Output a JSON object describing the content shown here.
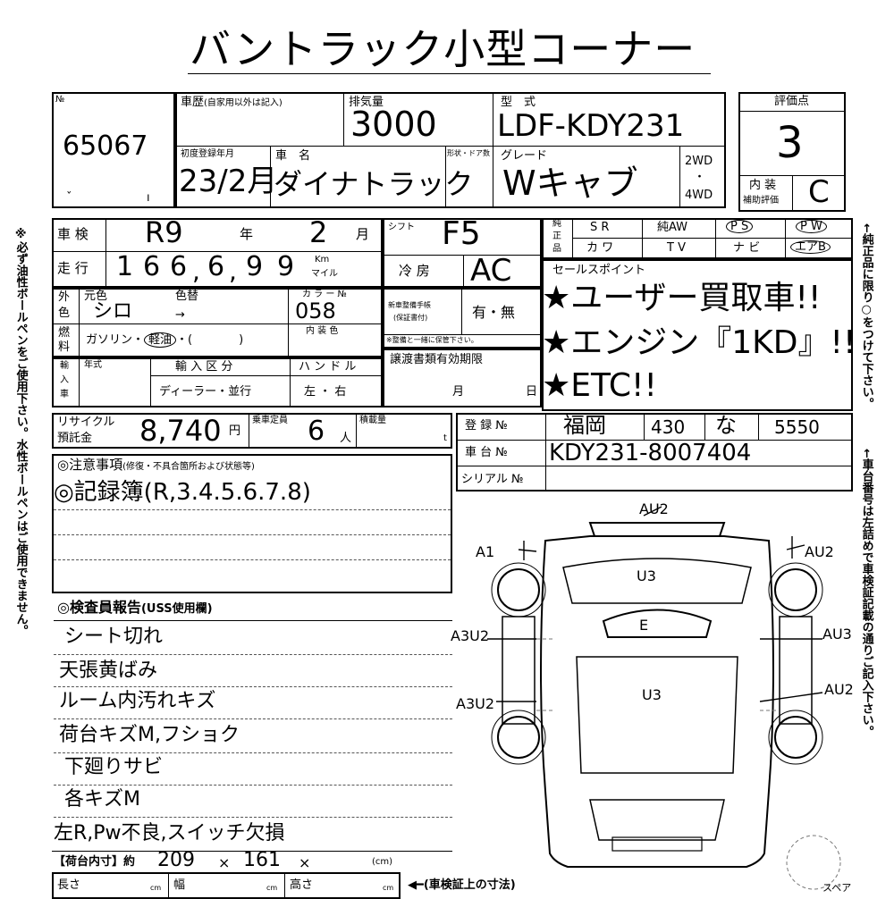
{
  "title": "バントラック小型コーナー",
  "lot": {
    "no_label": "№",
    "number": "65067",
    "mark1": "ˇ",
    "mark2": "ı"
  },
  "header": {
    "history_label": "車歴",
    "history_note": "(自家用以外は記入)",
    "displacement_label": "排気量",
    "displacement": "3000",
    "model_label": "型　式",
    "model": "LDF-KDY231",
    "first_reg_label": "初度登録年月",
    "first_reg": "23/2月",
    "name_label": "車　名",
    "name": "ダイナトラック",
    "shape_label": "形状・ドア数",
    "grade_label": "グレード",
    "grade": "Wキャブ",
    "drive_2wd": "2WD",
    "drive_dot": "・",
    "drive_4wd": "4WD"
  },
  "score": {
    "label": "評価点",
    "value": "3",
    "interior_label": "内 装",
    "interior_sub": "補助評価",
    "interior_value": "C"
  },
  "inspection": {
    "label": "車 検",
    "era": "R9",
    "year_label": "年",
    "month": "2",
    "month_label": "月",
    "mileage_label": "走 行",
    "mileage_digits": [
      "1",
      "6",
      "6",
      "6",
      "9",
      "9"
    ],
    "mileage_commas": [
      ",",
      ","
    ],
    "km_label": "Km",
    "mile_label": "マイル"
  },
  "shift": {
    "label": "シフト",
    "value": "F5"
  },
  "ac": {
    "label": "冷 房",
    "value": "AC"
  },
  "color": {
    "section_l1": "外",
    "section_l2": "色",
    "orig_label": "元色",
    "changed_label": "色替",
    "orig": "シロ",
    "arrow": "→",
    "no_label": "カ ラ ー №",
    "no": "058"
  },
  "fuel": {
    "section_l1": "燃",
    "section_l2": "料",
    "options_pre": "ガソリン・",
    "selected": "軽油",
    "options_post": "・(　　　　)",
    "interior_color_label": "内 装 色"
  },
  "maintenance": {
    "label_l1": "新車整備手帳",
    "label_l2": "(保証書付)",
    "value": "有・無",
    "note": "※整備と一緒に保管下さい。"
  },
  "import": {
    "section": [
      "輸",
      "入",
      "車"
    ],
    "year_label": "年式",
    "category_label": "輸 入 区 分",
    "category_value": "ディーラー・並行",
    "handle_label": "ハ ン ド ル",
    "handle_value": "左 ・ 右"
  },
  "transfer": {
    "label": "譲渡書類有効期限",
    "month_label": "月",
    "day_label": "日"
  },
  "equipment": {
    "side_l1": "純",
    "side_l2": "正",
    "side_l3": "品",
    "row1": [
      "S R",
      "純AW",
      "P S",
      "P W"
    ],
    "row2": [
      "カ ワ",
      "T V",
      "ナ ビ",
      "エアB"
    ]
  },
  "sales": {
    "label": "セールスポイント",
    "points": [
      "★ユーザー買取車!!",
      "★エンジン『1KD』!!",
      "★ETC!!"
    ]
  },
  "recycle": {
    "label_l1": "リサイクル",
    "label_l2": "預託金",
    "value": "8,740",
    "unit": "円",
    "capacity_label": "乗車定員",
    "capacity": "6",
    "capacity_unit": "人",
    "load_label": "積載量",
    "load_unit": "t"
  },
  "registration": {
    "label": "登 録 №",
    "region": "福岡",
    "class": "430",
    "kana": "な",
    "number": "5550",
    "chassis_label": "車 台 №",
    "chassis": "KDY231-8007404",
    "serial_label": "シリアル №"
  },
  "notes": {
    "label": "◎注意事項",
    "sub": "(修復・不具合箇所および状態等)",
    "text": "◎記録簿(R,3.4.5.6.7.8)"
  },
  "report": {
    "label": "◎検査員報告",
    "sub": "(USS使用欄)",
    "lines": [
      "シート切れ",
      "天張黄ばみ",
      "ルーム内汚れキズ",
      "荷台キズM,フショク",
      "下廻りサビ",
      "各キズM",
      "左R,Pw不良,スイッチ欠損"
    ]
  },
  "cargo": {
    "label": "【荷台内寸】約",
    "length": "209",
    "x1": "×",
    "width": "161",
    "x2": "×",
    "unit": "(cm)",
    "l_label": "長さ",
    "w_label": "幅",
    "h_label": "高さ",
    "cm": "cm",
    "cert_note": "◀━(車検証上の寸法)"
  },
  "diagram": {
    "marks": [
      "AU2",
      "A1",
      "AU2",
      "U3",
      "E",
      "A3U2",
      "AU3",
      "A3U2",
      "U3",
      "AU2"
    ],
    "spare": "スペア"
  },
  "side_notes": {
    "left": "※必ず油性ボールペンをご使用下さい。水性ボールペンはご使用できません。",
    "right_top": "←純正品に限り○をつけて下さい。",
    "right_bottom": "←車台番号は左詰めで車検証記載の通りご記入下さい。"
  }
}
